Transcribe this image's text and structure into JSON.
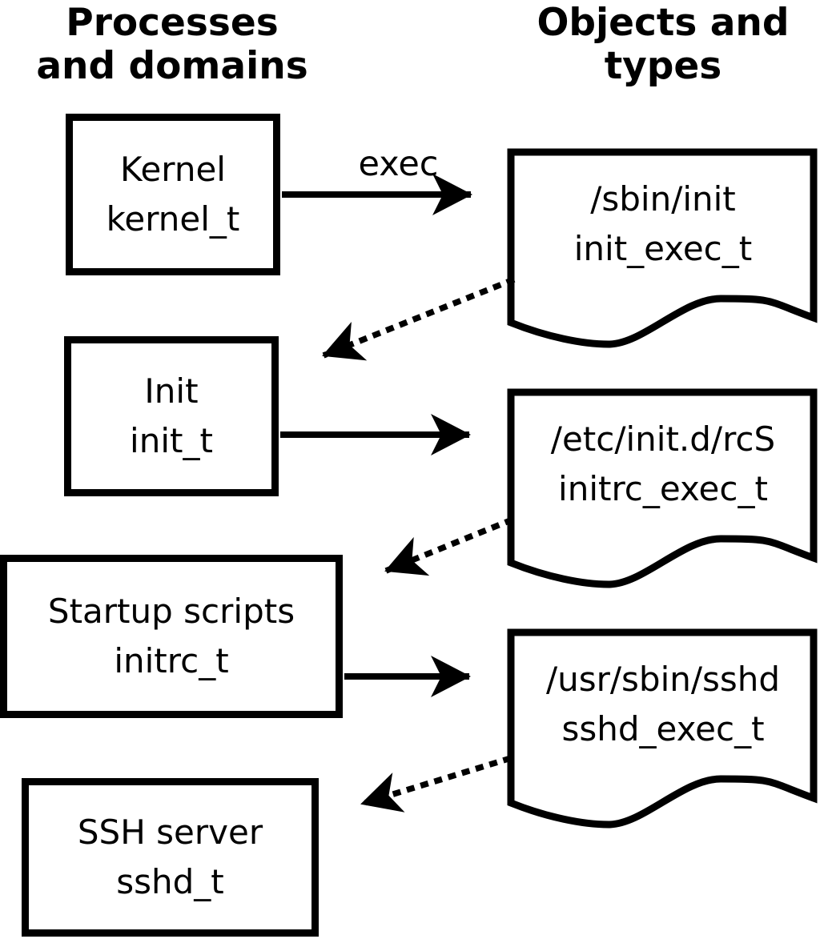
{
  "headings": {
    "left": {
      "line1": "Processes",
      "line2": "and domains"
    },
    "right": {
      "line1": "Objects and",
      "line2": "types"
    }
  },
  "process_boxes": [
    {
      "id": "kernel",
      "name": "Kernel",
      "domain_type": "kernel_t"
    },
    {
      "id": "init",
      "name": "Init",
      "domain_type": "init_t"
    },
    {
      "id": "initrc",
      "name": "Startup scripts",
      "domain_type": "initrc_t"
    },
    {
      "id": "sshd",
      "name": "SSH server",
      "domain_type": "sshd_t"
    }
  ],
  "object_docs": [
    {
      "id": "init_exec",
      "path": "/sbin/init",
      "object_type": "init_exec_t"
    },
    {
      "id": "initrc_exec",
      "path": "/etc/init.d/rcS",
      "object_type": "initrc_exec_t"
    },
    {
      "id": "sshd_exec",
      "path": "/usr/sbin/sshd",
      "object_type": "sshd_exec_t"
    }
  ],
  "edges": [
    {
      "from": "kernel_t",
      "to": "init_exec_t",
      "style": "solid",
      "label": "exec"
    },
    {
      "from": "init_exec_t",
      "to": "init_t",
      "style": "dotted",
      "label": ""
    },
    {
      "from": "init_t",
      "to": "initrc_exec_t",
      "style": "solid",
      "label": ""
    },
    {
      "from": "initrc_exec_t",
      "to": "initrc_t",
      "style": "dotted",
      "label": ""
    },
    {
      "from": "initrc_t",
      "to": "sshd_exec_t",
      "style": "solid",
      "label": ""
    },
    {
      "from": "sshd_exec_t",
      "to": "sshd_t",
      "style": "dotted",
      "label": ""
    }
  ],
  "colors": {
    "ink": "#000000",
    "background": "#ffffff"
  }
}
